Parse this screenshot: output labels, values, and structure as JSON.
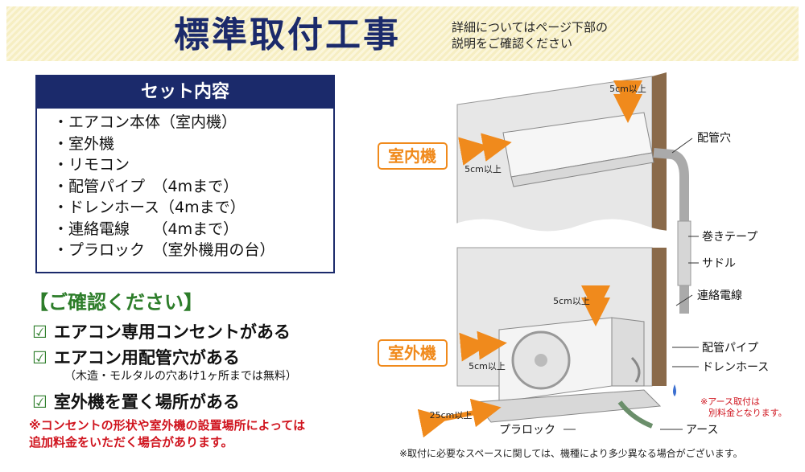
{
  "banner": {
    "title": "標準取付工事",
    "note_line1": "詳細についてはページ下部の",
    "note_line2": "説明をご確認ください"
  },
  "set_contents": {
    "heading": "セット内容",
    "items": [
      "・エアコン本体（室内機）",
      "・室外機",
      "・リモコン",
      "・配管パイプ　（4mまで）",
      "・ドレンホース（4mまで）",
      "・連絡電線　　（4mまで）",
      "・プラロック　（室外機用の台）"
    ]
  },
  "confirm": {
    "heading": "【ご確認ください】",
    "checkbox_glyph": "☑",
    "items": [
      "エアコン専用コンセントがある",
      "エアコン用配管穴がある",
      "室外機を置く場所がある"
    ],
    "sub_note": "（木造・モルタルの穴あけ1ヶ所までは無料）",
    "warning_line1": "※コンセントの形状や室外機の設置場所によっては",
    "warning_line2": "追加料金をいただく場合があります。"
  },
  "diagram": {
    "indoor_label": "室内機",
    "outdoor_label": "室外機",
    "clearance_top_indoor": "5cm以上",
    "clearance_side_indoor": "5cm以上",
    "clearance_top_outdoor": "5cm以上",
    "clearance_side_outdoor": "5cm以上",
    "clearance_front_outdoor": "25cm以上",
    "callouts": {
      "pipe_hole": "配管穴",
      "wrap_tape": "巻きテープ",
      "saddle": "サドル",
      "connection_wire": "連絡電線",
      "pipe": "配管パイプ",
      "drain_hose": "ドレンホース",
      "earth": "アース",
      "plalock": "プラロック"
    },
    "earth_note_line1": "※アース取付は",
    "earth_note_line2": "別料金となります。"
  },
  "footnote": "※取付に必要なスペースに関しては、機種により多少異なる場合がございます。",
  "colors": {
    "navy": "#1b2a6b",
    "green": "#2d7d2a",
    "red": "#d0151f",
    "orange": "#f08a1c"
  }
}
